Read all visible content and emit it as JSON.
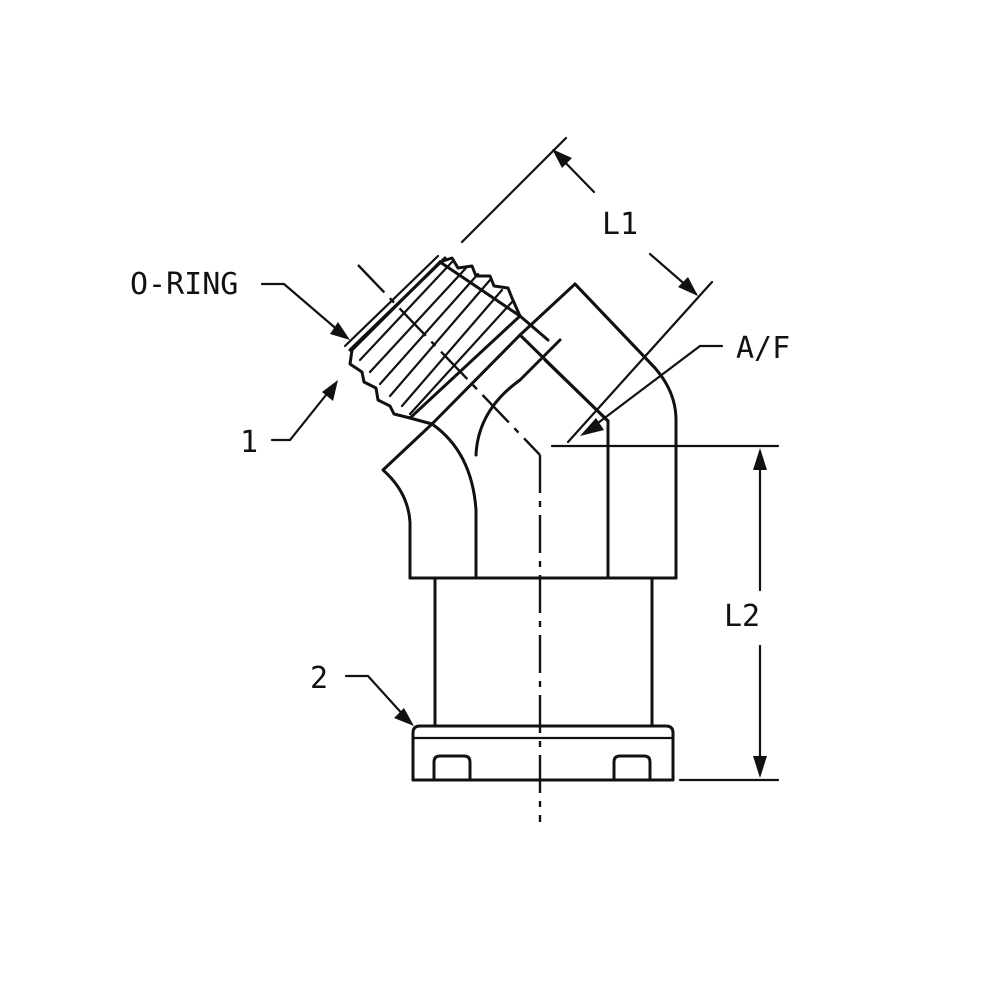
{
  "labels": {
    "oring": "O-RING",
    "part1": "1",
    "part2": "2",
    "af": "A/F",
    "l1": "L1",
    "l2": "L2"
  },
  "colors": {
    "ink": "#111111",
    "paper": "#ffffff"
  }
}
